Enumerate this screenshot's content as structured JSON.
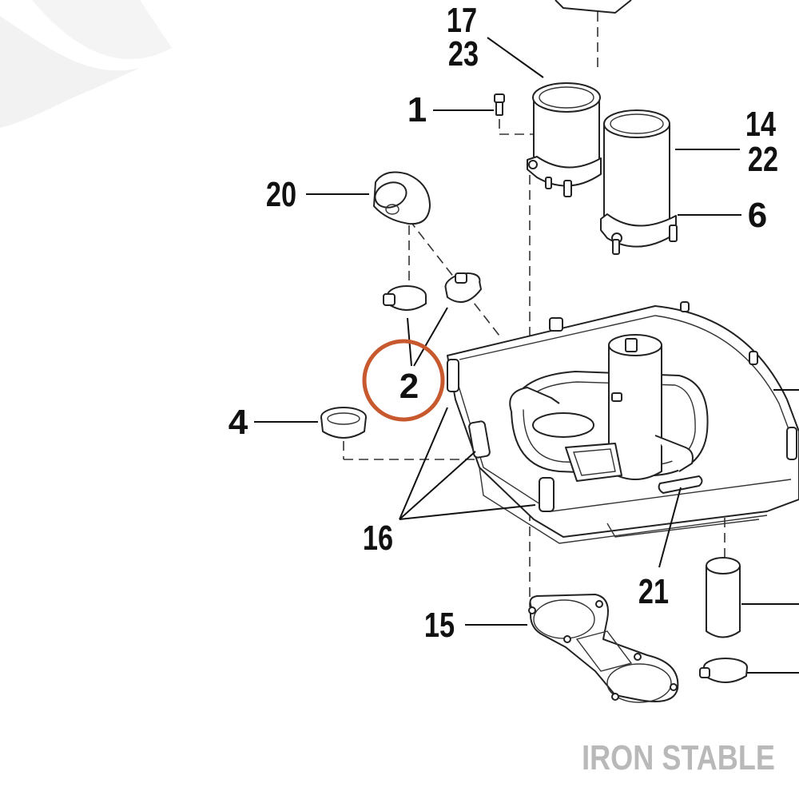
{
  "diagram": {
    "callouts": {
      "c17": "17",
      "c23": "23",
      "c1": "1",
      "c14": "14",
      "c22": "22",
      "c20": "20",
      "c6": "6",
      "c2": "2",
      "c4": "4",
      "c16": "16",
      "c21": "21",
      "c15": "15"
    },
    "highlight_color": "#c8582d",
    "ink_color": "#111111"
  },
  "watermark": {
    "text": "IRON STABLE"
  }
}
